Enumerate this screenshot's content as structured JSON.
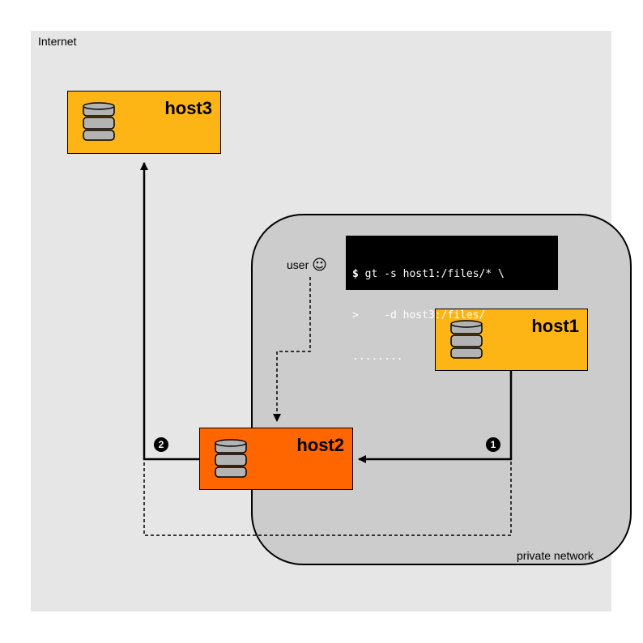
{
  "colors": {
    "internet_bg": "#e6e6e6",
    "private_network_bg": "#cccccc",
    "host_standard": "#fdb515",
    "host_relay": "#ff6600",
    "terminal_bg": "#000000"
  },
  "regions": {
    "internet_label": "Internet",
    "private_network_label": "private network"
  },
  "hosts": {
    "host1": {
      "name": "host1",
      "icon": "database-icon"
    },
    "host2": {
      "name": "host2",
      "icon": "database-icon"
    },
    "host3": {
      "name": "host3",
      "icon": "database-icon"
    }
  },
  "user": {
    "label": "user",
    "icon": "smiley-icon",
    "glyph": "☺"
  },
  "terminal": {
    "lines": [
      {
        "prompt": "$",
        "text": " gt -s host1:/files/* \\"
      },
      {
        "prompt": ">",
        "text": "    -d host3:/files/"
      },
      {
        "prompt": "",
        "text": "........"
      }
    ]
  },
  "steps": [
    {
      "number": "1",
      "glyph": "❶",
      "description_from": "host1",
      "to": "host2"
    },
    {
      "number": "2",
      "glyph": "❷",
      "description_from": "host2",
      "to": "host3"
    }
  ]
}
